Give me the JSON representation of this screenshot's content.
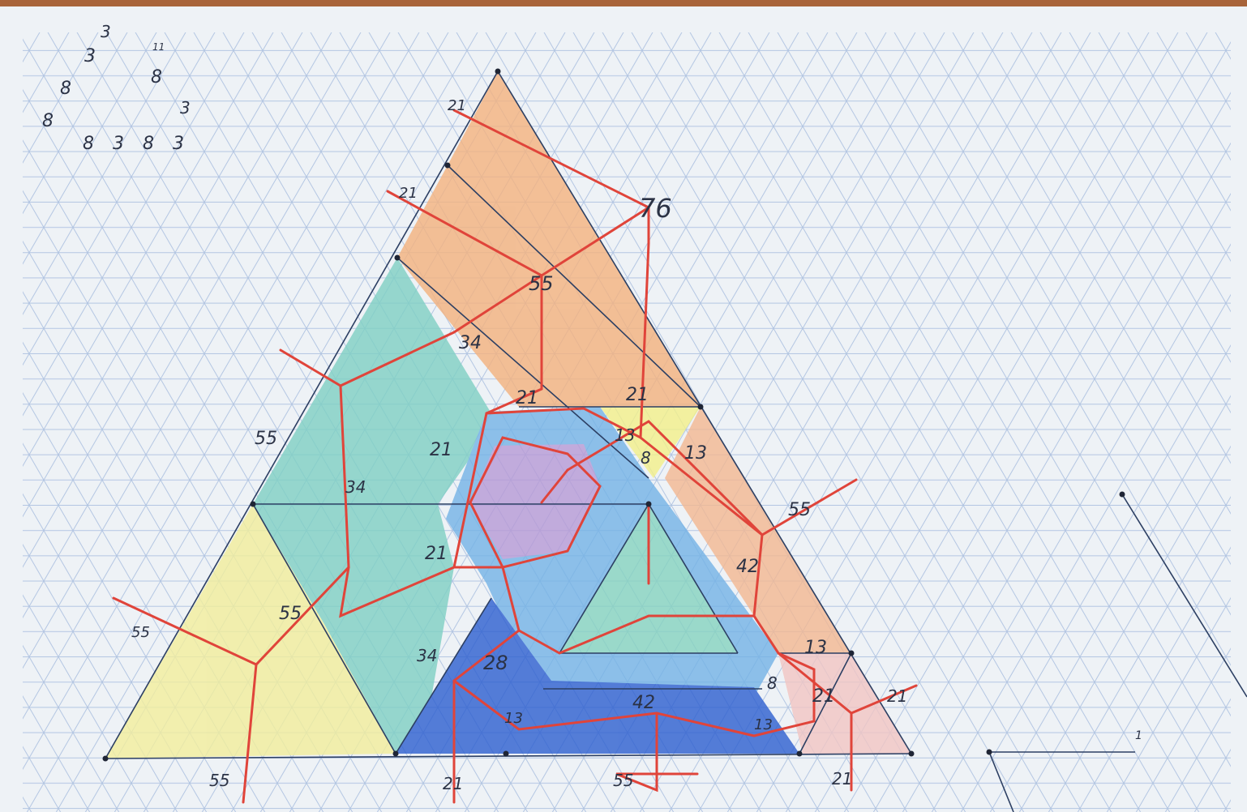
{
  "scene": {
    "description_visible": "",
    "paper_color": "#eef2f6",
    "grid_color": "#9fb4d6",
    "pencil_red": "#e0443a",
    "pencil_dark": "#2c3f63"
  },
  "corner_notes": {
    "top": "3",
    "left_1": "3",
    "right_small": "11",
    "left_2": "8",
    "right_1": "8",
    "left_3": "8",
    "right_2": "3",
    "bottom_row": "8 3 8 3"
  },
  "labels": {
    "top_21": "21",
    "l21_second": "21",
    "n76": "76",
    "n55_mid": "55",
    "n34_top": "34",
    "n21_center_a": "21",
    "n21_center_b": "21",
    "n55_left": "55",
    "n21_left_mid": "21",
    "n13_a": "13",
    "n8_a": "8",
    "n13_b": "13",
    "n34_left": "34",
    "n55_right": "55",
    "n21_left_low": "21",
    "n42_right": "42",
    "n55_low": "55",
    "n55_far_left": "55",
    "n34_low": "34",
    "n28": "28",
    "n13_right": "13",
    "n8_right": "8",
    "n21_right": "21",
    "n13_bottom": "13",
    "n42_bottom": "42",
    "n13_bottom_r": "13",
    "n21_far_right": "21",
    "n55_bottom_left": "55",
    "n21_bottom_mid": "21",
    "n55_bottom_mid": "55",
    "n21_bottom_right": "21",
    "n1_small": "1"
  }
}
